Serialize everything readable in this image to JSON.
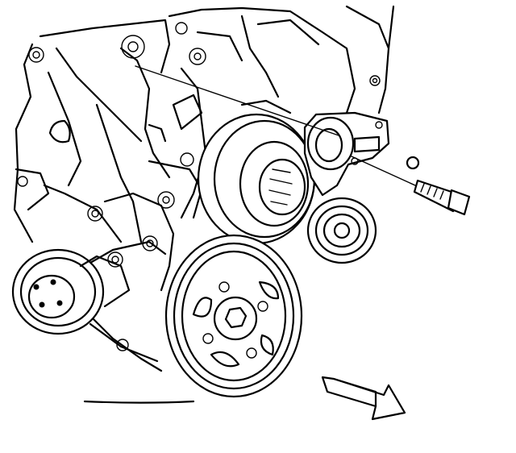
{
  "figure": {
    "background": "#ffffff",
    "ink": "#000000",
    "parts": [
      {
        "id": "engine-front-cover",
        "icon": "engine-block-outline"
      },
      {
        "id": "water-pump-pulley",
        "icon": "pulley"
      },
      {
        "id": "crankshaft-balancer",
        "icon": "balancer"
      },
      {
        "id": "large-accessory-pulley",
        "icon": "pulley"
      },
      {
        "id": "belt-tensioner",
        "icon": "tensioner"
      },
      {
        "id": "idler-pulley",
        "icon": "pulley"
      },
      {
        "id": "tensioner-bolt",
        "icon": "bolt"
      },
      {
        "id": "direction-arrow",
        "icon": "arrow-right-down"
      }
    ]
  }
}
